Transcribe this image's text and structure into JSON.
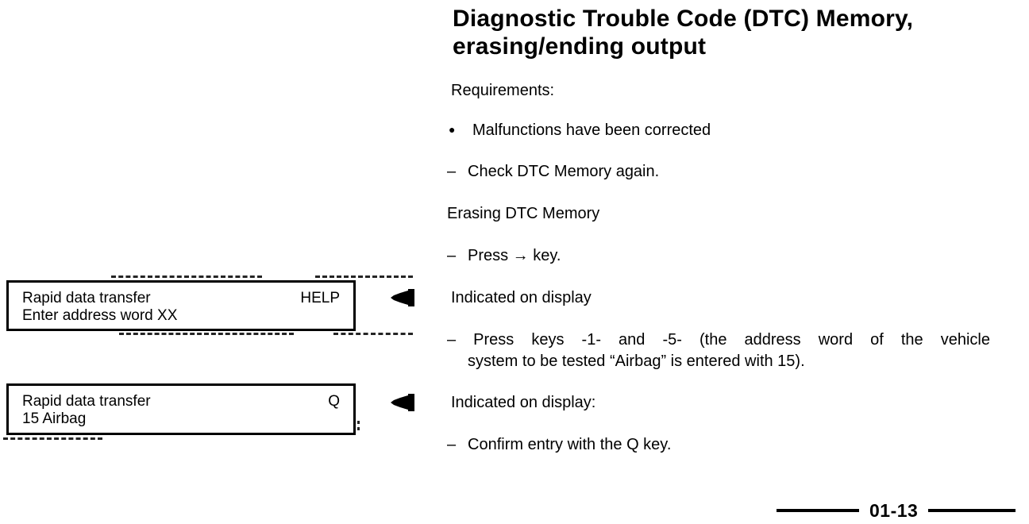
{
  "glyphs": {
    "bullet": "●",
    "dash": "–"
  },
  "title": {
    "line1": "Diagnostic Trouble Code (DTC) Memory,",
    "line2": "erasing/ending output"
  },
  "intro": {
    "requirements_label": "Requirements:",
    "malfunctions_item": "Malfunctions have been corrected",
    "check_item": "Check DTC Memory again.",
    "erasing_heading": "Erasing DTC Memory",
    "press_arrow_item": "Press → key."
  },
  "displays": [
    {
      "line1_left": "Rapid data transfer",
      "line1_right": "HELP",
      "line2": "Enter address word XX",
      "caption": "Indicated on display"
    },
    {
      "line1_left": "Rapid data transfer",
      "line1_right": "Q",
      "line2": "15 Airbag",
      "caption": "Indicated on display:"
    }
  ],
  "steps": {
    "press_keys_line1": "– Press keys -1- and -5- (the address word of the vehicle",
    "press_keys_line2": "system to be tested “Airbag” is entered with 15).",
    "confirm_item": "Confirm entry with the Q key."
  },
  "footer": {
    "page_number": "01-13"
  },
  "icons": {
    "display_indicator": "left-arrow-display-marker"
  },
  "colors": {
    "ink": "#000000",
    "paper": "#ffffff"
  }
}
